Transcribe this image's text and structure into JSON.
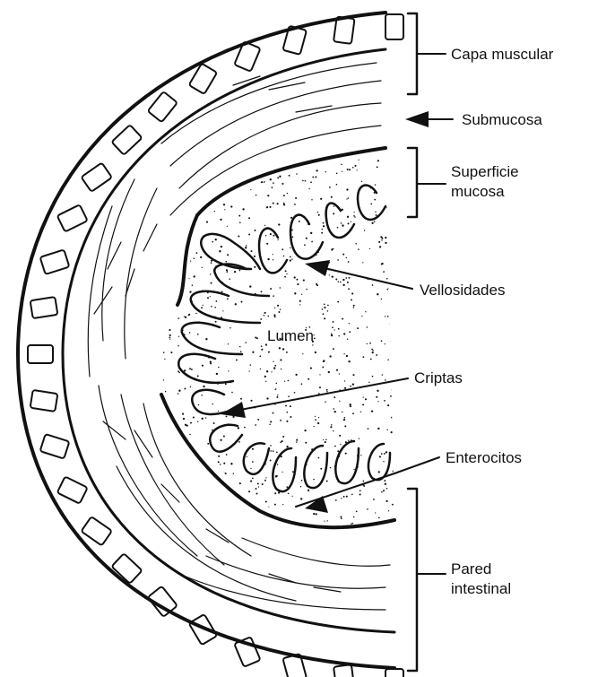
{
  "diagram": {
    "labels": {
      "capa_muscular": "Capa muscular",
      "submucosa": "Submucosa",
      "superficie_line1": "Superficie",
      "superficie_line2": "mucosa",
      "vellosidades": "Vellosidades",
      "lumen": "Lumen",
      "criptas": "Criptas",
      "enterocitos": "Enterocitos",
      "pared_line1": "Pared",
      "pared_line2": "intestinal"
    },
    "colors": {
      "ink": "#111111",
      "paper": "#ffffff"
    }
  }
}
